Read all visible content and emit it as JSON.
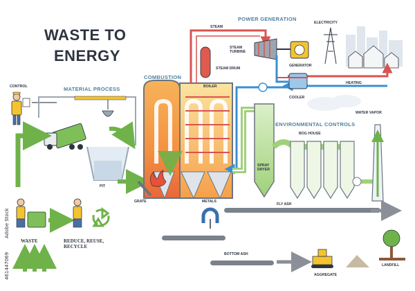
{
  "title": {
    "line1": "WASTE TO",
    "line2": "ENERGY"
  },
  "sections": {
    "material_process": "MATERIAL PROCESS",
    "combustion": "COMBUSTION",
    "power_generation": "POWER GENERATION",
    "environmental_controls": "ENVIRONMENTAL CONTROLS"
  },
  "labels": {
    "control": "CONTROL",
    "steam": "STEAM",
    "steam_turbine": "STEAM\nTURBINE",
    "steam_drum": "STEAM DRUM",
    "boiler": "BOILER",
    "electricity": "ELECTRICITY",
    "generator": "GENERATOR",
    "heating": "HEATING",
    "cooler": "COOLER",
    "water_vapor": "WATER VAPOR",
    "bog_house": "BOG HOUSE",
    "spray_dryer": "SPRAY\nDRYER",
    "pit": "PIT",
    "grate": "GRATE",
    "metals": "METALS",
    "fly_ash": "FLY ASH",
    "bottom_ash": "BOTTOM ASH",
    "aggregate": "AGGREGATE",
    "landfill": "LANDFILL",
    "waste": "WASTE",
    "reduce_reuse_recycle": "REDUCE, REUSE,\nRECYCLE"
  },
  "stock": {
    "id": "461447069",
    "brand": "Adobe Stock"
  },
  "colors": {
    "steam_red": "#d9534f",
    "water_blue": "#3a8fd0",
    "flow_green": "#6fb24a",
    "section_blue": "#4f7f9e",
    "fire_orange": "#f0883a",
    "ink": "#2e3440"
  }
}
